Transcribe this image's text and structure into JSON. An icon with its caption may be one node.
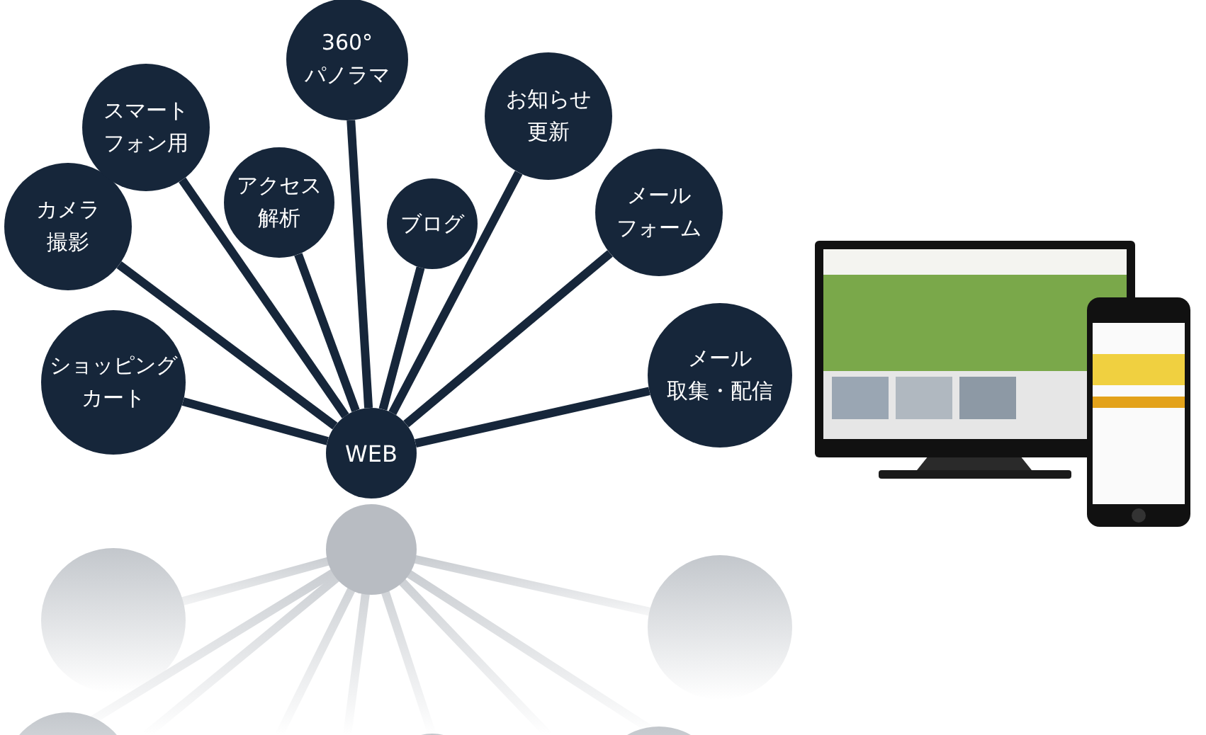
{
  "diagram": {
    "nodes": [
      {
        "text": [
          "WEB"
        ]
      },
      {
        "text": [
          "ショッピングカート"
        ]
      },
      {
        "text": [
          "カメラ撮影"
        ]
      },
      {
        "text": [
          "スマートフォン用"
        ]
      },
      {
        "text": [
          "アクセス解析"
        ]
      },
      {
        "text": [
          "360°パノラマ"
        ]
      },
      {
        "text": [
          "ブログ"
        ]
      },
      {
        "text": [
          "お知らせ更新"
        ]
      },
      {
        "text": [
          "メールフォーム"
        ]
      },
      {
        "text": [
          "メール取集・配信"
        ]
      }
    ],
    "edges": [
      {
        "from": 0,
        "to": 1,
        "arrow": "none"
      },
      {
        "from": 0,
        "to": 2,
        "arrow": "none"
      },
      {
        "from": 0,
        "to": 3,
        "arrow": "none"
      },
      {
        "from": 0,
        "to": 4,
        "arrow": "none"
      },
      {
        "from": 0,
        "to": 5,
        "arrow": "none"
      },
      {
        "from": 0,
        "to": 6,
        "arrow": "none"
      },
      {
        "from": 0,
        "to": 7,
        "arrow": "none"
      },
      {
        "from": 0,
        "to": 8,
        "arrow": "none"
      },
      {
        "from": 0,
        "to": 9,
        "arrow": "none"
      }
    ]
  }
}
